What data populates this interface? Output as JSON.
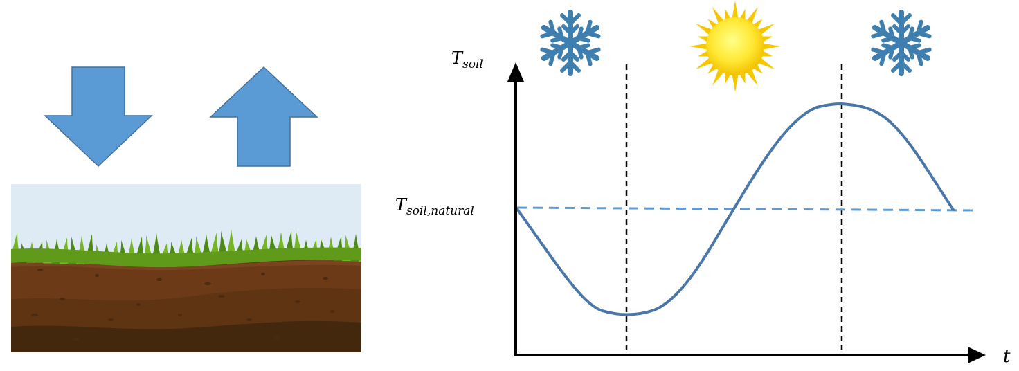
{
  "labels": {
    "y_axis_main": "T",
    "y_axis_sub": "soil",
    "baseline_main": "T",
    "baseline_sub": "soil,natural",
    "x_axis": "t"
  },
  "icons": {
    "left_arrow_down": "arrow-down-icon",
    "left_arrow_up": "arrow-up-icon",
    "snowflake_1": "snowflake-icon",
    "sun": "sun-icon",
    "snowflake_2": "snowflake-icon"
  },
  "colors": {
    "arrow_fill": "#5b9bd5",
    "arrow_stroke": "#41719c",
    "curve": "#4a76a8",
    "baseline": "#5b9bd5",
    "snowflake": "#3f7fb0",
    "sun_outer": "#f6c700",
    "sun_inner": "#ffee55",
    "sky": "#deebf4",
    "grass_dark": "#4d8a16",
    "grass_light": "#76b523",
    "soil_top": "#7a4420",
    "soil_mid": "#5e3412",
    "soil_bottom": "#43280d"
  }
}
